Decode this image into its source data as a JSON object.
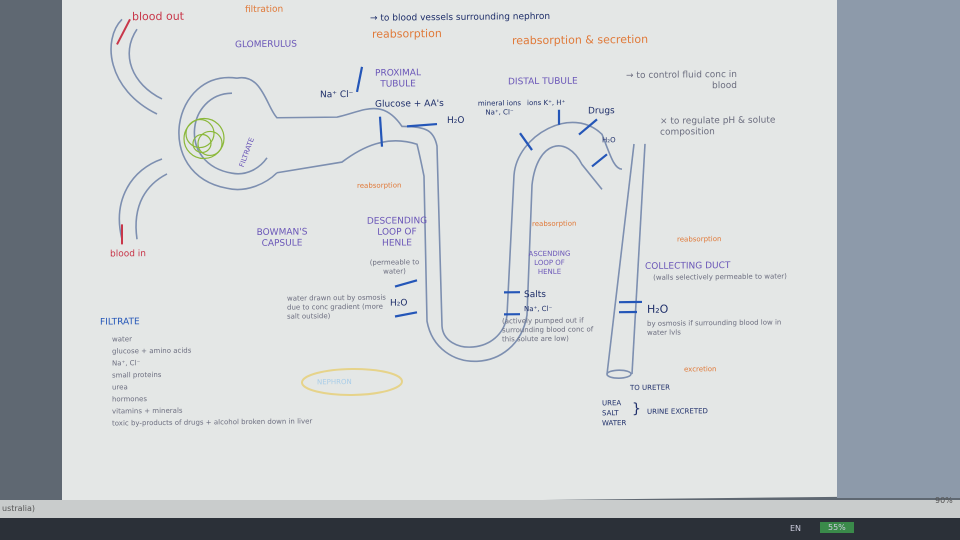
{
  "diagram": {
    "labels": {
      "blood_out": "blood out",
      "filtration": "filtration",
      "glomerulus": "GLOMERULUS",
      "to_blood_vessels": "→ to blood vessels surrounding nephron",
      "reabsorption_top": "reabsorption",
      "proximal_tubule": "PROXIMAL TUBULE",
      "reabsorption_secretion": "reabsorption & secretion",
      "distal_tubule": "DISTAL TUBULE",
      "distal_note": "→ to control fluid conc in blood",
      "ph_note": "× to regulate pH & solute composition",
      "na_cl_1": "Na⁺ Cl⁻",
      "glucose_aa": "Glucose + AA's",
      "h2o_1": "H₂O",
      "mineral_ions": "mineral ions Na⁺, Cl⁻",
      "ions_k_h": "ions K⁺, H⁺",
      "drugs": "Drugs",
      "h2o_2": "H₂O",
      "filtrate_vertical": "FILTRATE",
      "blood_in": "blood in",
      "bowmans_capsule": "BOWMAN'S CAPSULE",
      "reabsorption_desc": "reabsorption",
      "descending_loop": "DESCENDING LOOP OF HENLE",
      "descending_note": "(permeable to water)",
      "water_drawn": "water drawn out by osmosis due to conc gradient (more salt outside)",
      "h2o_3": "H₂O",
      "reabsorption_asc": "reabsorption",
      "ascending_loop": "ASCENDING LOOP OF HENLE",
      "salts": "Salts",
      "na_cl_2": "Na⁺, Cl⁻",
      "actively_pumped": "(actively pumped out if surrounding blood conc of this solute are low)",
      "reabsorption_cd": "reabsorption",
      "collecting_duct": "COLLECTING DUCT",
      "collecting_note": "(walls selectively permeable to water)",
      "h2o_4": "H₂O",
      "osmosis_note": "by osmosis if surrounding blood low in water lvls",
      "excretion": "excretion",
      "to_ureter": "TO URETER",
      "urea": "UREA",
      "salt": "SALT",
      "water": "WATER",
      "urine_excreted": "URINE EXCRETED",
      "nephron_cloud": "NEPHRON"
    },
    "filtrate_list": {
      "title": "FILTRATE",
      "items": [
        "water",
        "glucose + amino acids",
        "Na⁺, Cl⁻",
        "small proteins",
        "urea",
        "hormones",
        "vitamins + minerals",
        "toxic by-products of drugs + alcohol broken down in liver"
      ]
    }
  },
  "screen": {
    "status_left": "ustralia)",
    "zoom": "90%",
    "language": "EN",
    "battery": "55%"
  },
  "colors": {
    "tubule": "#7d8fb0",
    "arrow": "#2456b8",
    "glomerulus": "#8bb83a"
  }
}
